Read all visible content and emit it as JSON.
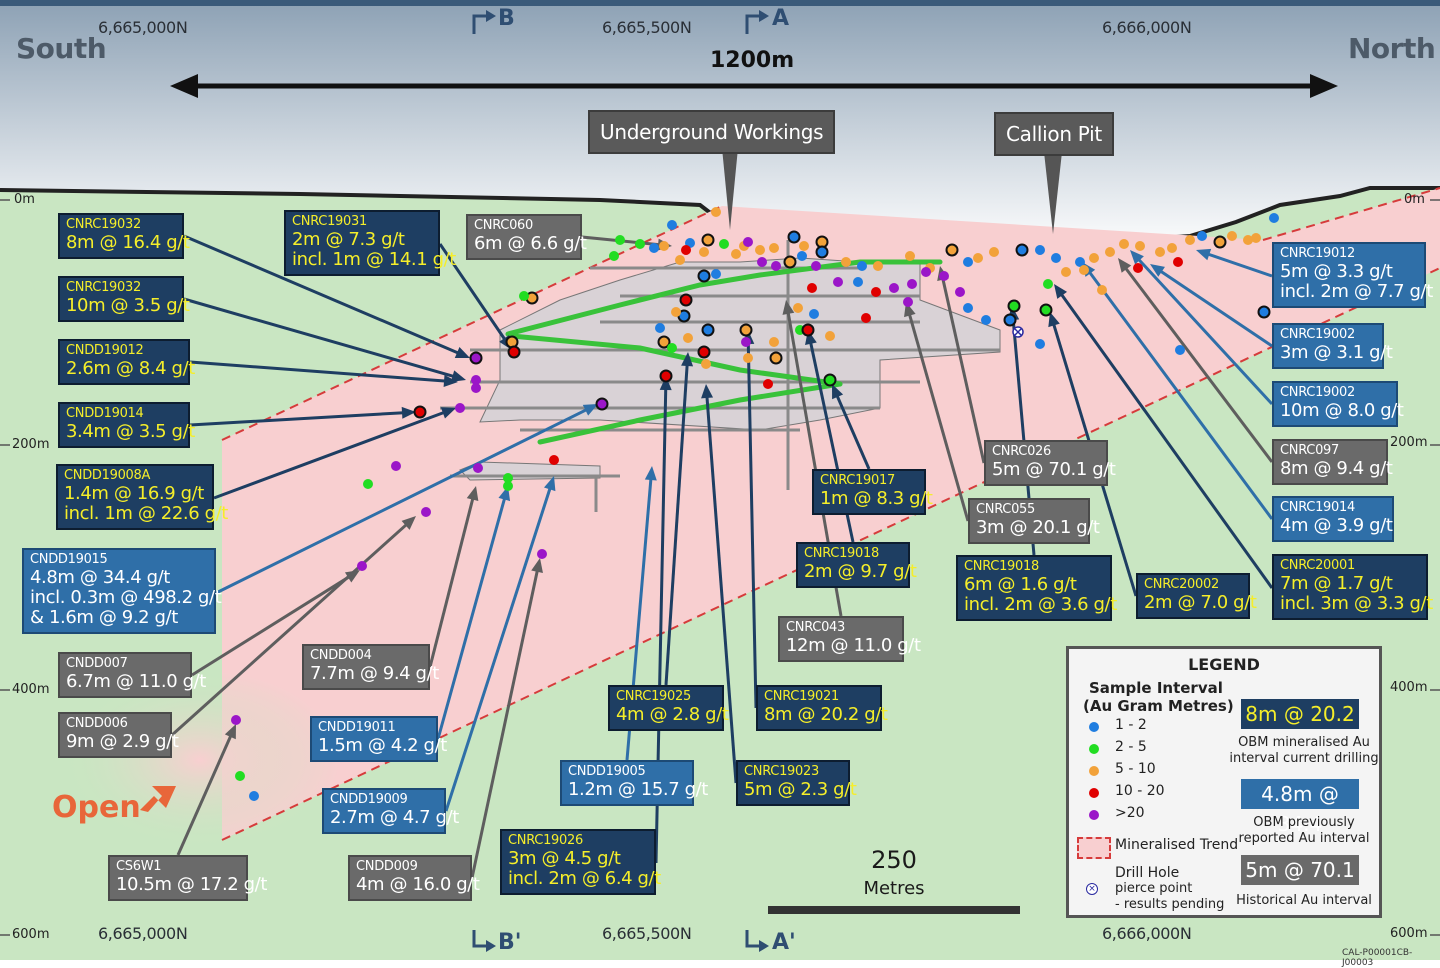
{
  "header": {
    "south": "South",
    "north": "North",
    "distance": "1200m",
    "coords_top": [
      "6,665,000N",
      "6,665,500N",
      "6,666,000N"
    ],
    "coords_bottom": [
      "6,665,000N",
      "6,665,500N",
      "6,666,000N"
    ],
    "section_top": [
      "B",
      "A"
    ],
    "section_bottom": [
      "B'",
      "A'"
    ]
  },
  "depths_left": [
    "0m",
    "200m",
    "400m",
    "600m"
  ],
  "depths_right": [
    "0m",
    "200m",
    "400m",
    "600m"
  ],
  "callouts": {
    "underground": "Underground Workings",
    "pit": "Callion Pit"
  },
  "open_label": "Open",
  "scale": {
    "value": "250",
    "unit": "Metres"
  },
  "reference": "CAL-P00001CB-J00003",
  "colors": {
    "sky_top": "#8fa3b6",
    "ground": "#c9e6c2",
    "trend": "#f8cfd0",
    "current_box": "#1e3e62",
    "current_text": "#f5ee2a",
    "previous_box": "#2f6fa8",
    "historical_box": "#6a6a6a",
    "bin_1_2": "#1f7de0",
    "bin_2_5": "#22dd22",
    "bin_5_10": "#f2a23a",
    "bin_10_20": "#e00000",
    "bin_gt20": "#9b16c8"
  },
  "labels": [
    {
      "id": "CNRC19032",
      "lines": [
        "8m @ 16.4 g/t"
      ],
      "type": "current"
    },
    {
      "id": "CNRC19031",
      "lines": [
        "2m @ 7.3 g/t",
        "incl. 1m @ 14.1 g/t"
      ],
      "type": "current"
    },
    {
      "id": "CNRC060",
      "lines": [
        "6m @ 6.6 g/t"
      ],
      "type": "historical"
    },
    {
      "id": "CNRC19032",
      "lines": [
        "10m @ 3.5 g/t"
      ],
      "type": "current"
    },
    {
      "id": "CNDD19012",
      "lines": [
        "2.6m @ 8.4 g/t"
      ],
      "type": "current"
    },
    {
      "id": "CNDD19014",
      "lines": [
        "3.4m @ 3.5 g/t"
      ],
      "type": "current"
    },
    {
      "id": "CNDD19008A",
      "lines": [
        "1.4m @ 16.9 g/t",
        "incl. 1m @ 22.6 g/t"
      ],
      "type": "current"
    },
    {
      "id": "CNDD19015",
      "lines": [
        "4.8m @ 34.4 g/t",
        "incl. 0.3m @ 498.2 g/t",
        "& 1.6m @ 9.2 g/t"
      ],
      "type": "previous"
    },
    {
      "id": "CNDD007",
      "lines": [
        "6.7m @ 11.0 g/t"
      ],
      "type": "historical"
    },
    {
      "id": "CNDD006",
      "lines": [
        "9m @ 2.9 g/t"
      ],
      "type": "historical"
    },
    {
      "id": "CNDD004",
      "lines": [
        "7.7m @ 9.4 g/t"
      ],
      "type": "historical"
    },
    {
      "id": "CNDD19011",
      "lines": [
        "1.5m @ 4.2 g/t"
      ],
      "type": "previous"
    },
    {
      "id": "CNDD19009",
      "lines": [
        "2.7m @ 4.7 g/t"
      ],
      "type": "previous"
    },
    {
      "id": "CS6W1",
      "lines": [
        "10.5m @ 17.2 g/t"
      ],
      "type": "historical"
    },
    {
      "id": "CNDD009",
      "lines": [
        "4m @ 16.0 g/t"
      ],
      "type": "historical"
    },
    {
      "id": "CNRC19026",
      "lines": [
        "3m @ 4.5 g/t",
        "incl. 2m @ 6.4 g/t"
      ],
      "type": "current"
    },
    {
      "id": "CNDD19005",
      "lines": [
        "1.2m @ 15.7 g/t"
      ],
      "type": "previous"
    },
    {
      "id": "CNRC19025",
      "lines": [
        "4m @ 2.8 g/t"
      ],
      "type": "current"
    },
    {
      "id": "CNRC19023",
      "lines": [
        "5m @ 2.3 g/t"
      ],
      "type": "current"
    },
    {
      "id": "CNRC19021",
      "lines": [
        "8m @ 20.2 g/t"
      ],
      "type": "current"
    },
    {
      "id": "CNRC043",
      "lines": [
        "12m @ 11.0 g/t"
      ],
      "type": "historical"
    },
    {
      "id": "CNRC19018",
      "lines": [
        "2m @ 9.7 g/t"
      ],
      "type": "current"
    },
    {
      "id": "CNRC19017",
      "lines": [
        "1m @ 8.3 g/t"
      ],
      "type": "current"
    },
    {
      "id": "CNRC055",
      "lines": [
        "3m @ 20.1 g/t"
      ],
      "type": "historical"
    },
    {
      "id": "CNRC026",
      "lines": [
        "5m @ 70.1 g/t"
      ],
      "type": "historical"
    },
    {
      "id": "CNRC19018",
      "lines": [
        "6m @ 1.6 g/t",
        "incl. 2m @ 3.6 g/t"
      ],
      "type": "current"
    },
    {
      "id": "CNRC20002",
      "lines": [
        "2m @ 7.0 g/t"
      ],
      "type": "current"
    },
    {
      "id": "CNRC20001",
      "lines": [
        "7m @ 1.7 g/t",
        "incl. 3m @ 3.3 g/t"
      ],
      "type": "current"
    },
    {
      "id": "CNRC19014",
      "lines": [
        "4m @ 3.9 g/t"
      ],
      "type": "previous"
    },
    {
      "id": "CNRC097",
      "lines": [
        "8m @ 9.4 g/t"
      ],
      "type": "historical"
    },
    {
      "id": "CNRC19002",
      "lines": [
        "10m @ 8.0 g/t"
      ],
      "type": "previous"
    },
    {
      "id": "CNRC19002",
      "lines": [
        "3m @ 3.1 g/t"
      ],
      "type": "previous"
    },
    {
      "id": "CNRC19012",
      "lines": [
        "5m @ 3.3 g/t",
        "incl. 2m @ 7.7 g/t"
      ],
      "type": "previous"
    }
  ],
  "legend": {
    "title": "LEGEND",
    "sample_title_1": "Sample Interval",
    "sample_title_2": "(Au Gram Metres)",
    "bins": [
      "1 - 2",
      "2 - 5",
      "5 - 10",
      "10 - 20",
      ">20"
    ],
    "trend_label": "Mineralised Trend",
    "pending_label": [
      "Drill Hole",
      "pierce point",
      "- results pending"
    ],
    "current_sample": "8m @ 20.2",
    "current_desc": [
      "OBM mineralised Au",
      "interval current drilling"
    ],
    "previous_sample": "4.8m @ 34.4",
    "previous_desc": [
      "OBM previously",
      "reported Au interval"
    ],
    "historical_sample": "5m @ 70.1",
    "historical_desc": "Historical Au interval"
  }
}
